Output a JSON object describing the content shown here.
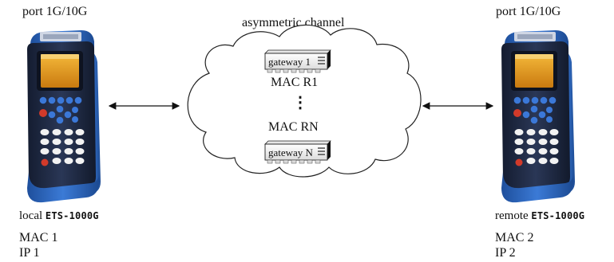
{
  "left_device": {
    "port_label": "port 1G/10G",
    "name_prefix": "local",
    "model": "ETS-1000G",
    "mac": "MAC 1",
    "ip": "IP 1"
  },
  "right_device": {
    "port_label": "port 1G/10G",
    "name_prefix": "remote",
    "model": "ETS-1000G",
    "mac": "MAC 2",
    "ip": "IP 2"
  },
  "channel": {
    "title": "asymmetric channel",
    "gateway_top": "gateway 1",
    "mac_top": "MAC R1",
    "ellipsis": "⋮",
    "mac_bottom": "MAC RN",
    "gateway_bottom": "gateway N"
  },
  "colors": {
    "device_body": "#1f2a44",
    "device_bumper": "#2c63b8",
    "screen": "#e8a21c",
    "key_blue": "#3b78d8",
    "key_white": "#f2f2f2",
    "key_red": "#d23a2a",
    "cloud_stroke": "#222222"
  }
}
